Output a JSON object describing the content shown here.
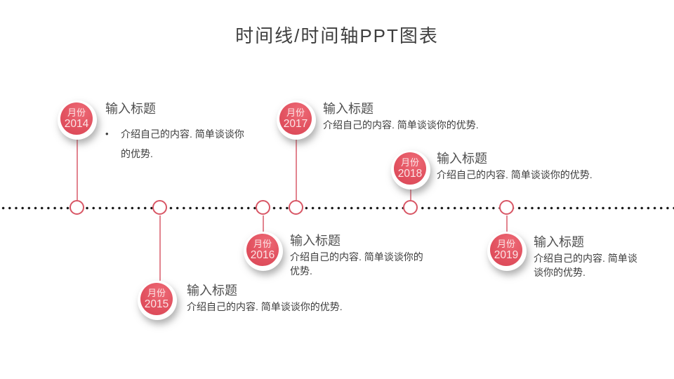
{
  "slide_title": "时间线/时间轴PPT图表",
  "colors": {
    "accent_red": "#e25260",
    "connector_line": "#e2848f",
    "node_border": "#d85665",
    "timeline_dots": "#151515",
    "title_text": "#3e3e3e",
    "badge_text": "#fbe4e6"
  },
  "timeline": {
    "items": [
      {
        "month_label": "月份",
        "year": "2014",
        "title": "输入标题",
        "bullet": "•",
        "description": "介绍自己的内容. 简单谈谈你\n的优势."
      },
      {
        "month_label": "月份",
        "year": "2015",
        "title": "输入标题",
        "description": "介绍自己的内容. 简单谈谈你的优势."
      },
      {
        "month_label": "月份",
        "year": "2016",
        "title": "输入标题",
        "description": "介绍自己的内容. 简单谈谈你的\n优势."
      },
      {
        "month_label": "月份",
        "year": "2017",
        "title": "输入标题",
        "description": "介绍自己的内容. 简单谈谈你的优势."
      },
      {
        "month_label": "月份",
        "year": "2018",
        "title": "输入标题",
        "description": "介绍自己的内容. 简单谈谈你的优势."
      },
      {
        "month_label": "月份",
        "year": "2019",
        "title": "输入标题",
        "description": "介绍自己的内容. 简单谈\n谈你的优势."
      }
    ]
  }
}
